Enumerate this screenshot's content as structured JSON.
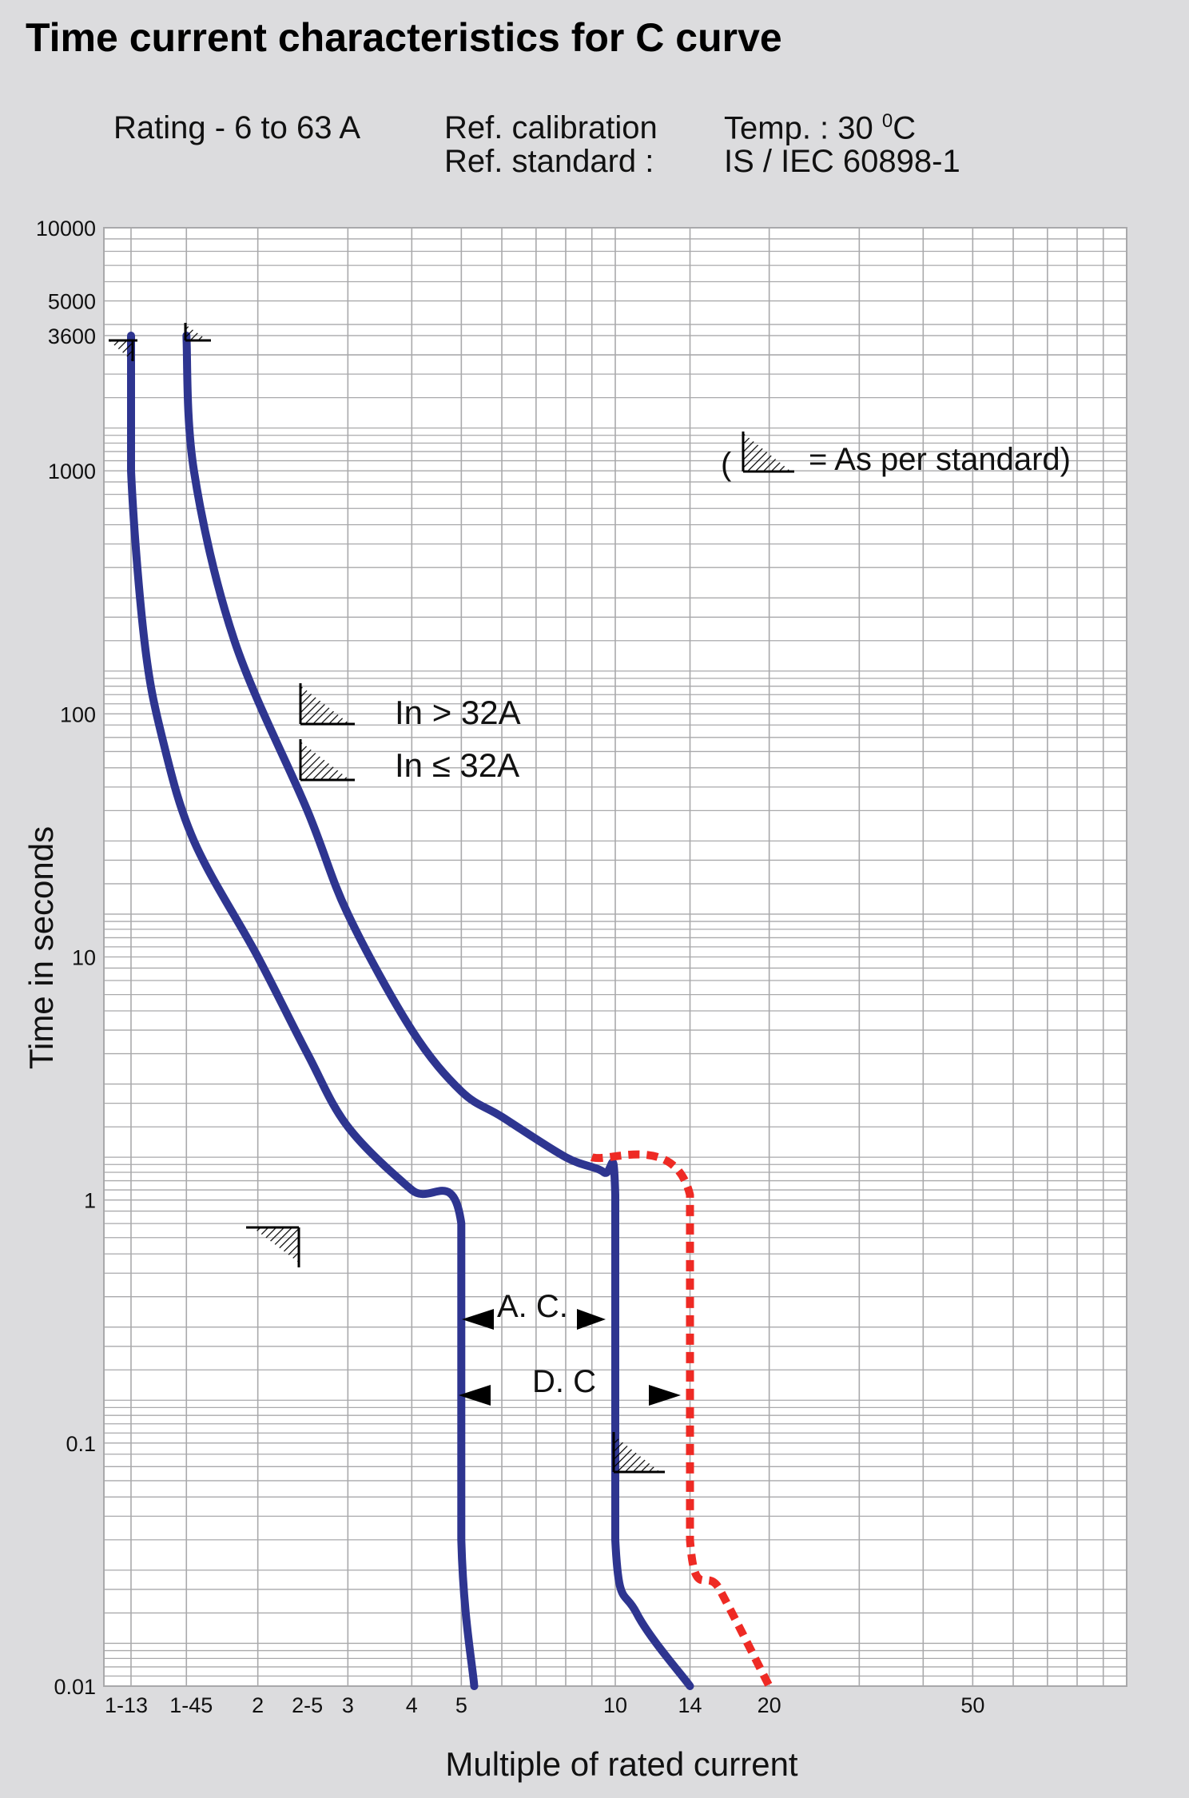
{
  "title": "Time current characteristics for C curve",
  "header": {
    "rating": "Rating - 6 to 63 A",
    "ref_calibration_label": "Ref. calibration",
    "ref_standard_label": "Ref. standard :",
    "temp": "Temp. : 30",
    "temp_sup": "0",
    "temp_unit": "C",
    "standard": "IS / IEC 60898-1"
  },
  "colors": {
    "curve": "#2e3590",
    "dc_curve": "#ee2a24",
    "grid": "#a9a9ab",
    "background": "#dcdcde",
    "plot_bg": "#ffffff"
  },
  "chart_data": {
    "type": "line",
    "xlabel": "Multiple of rated current",
    "ylabel": "Time in seconds",
    "x_scale": "log",
    "y_scale": "log",
    "xlim": [
      1,
      100
    ],
    "ylim": [
      0.01,
      10000
    ],
    "grid": true,
    "x_tick_labels": [
      {
        "label": "1-13",
        "x": 1.13
      },
      {
        "label": "1-45",
        "x": 1.45
      },
      {
        "label": "2",
        "x": 2
      },
      {
        "label": "2-5",
        "x": 2.5
      },
      {
        "label": "3",
        "x": 3
      },
      {
        "label": "4",
        "x": 4
      },
      {
        "label": "5",
        "x": 5
      },
      {
        "label": "10",
        "x": 10
      },
      {
        "label": "14",
        "x": 14
      },
      {
        "label": "20",
        "x": 20
      },
      {
        "label": "50",
        "x": 50
      }
    ],
    "y_tick_labels": [
      {
        "label": "10000",
        "y": 10000
      },
      {
        "label": "5000",
        "y": 5000
      },
      {
        "label": "3600",
        "y": 3600
      },
      {
        "label": "1000",
        "y": 1000
      },
      {
        "label": "100",
        "y": 100
      },
      {
        "label": "10",
        "y": 10
      },
      {
        "label": "1",
        "y": 1
      },
      {
        "label": "0.1",
        "y": 0.1
      },
      {
        "label": "0.01",
        "y": 0.01
      }
    ],
    "series": [
      {
        "style": "solid",
        "points": [
          [
            1.13,
            3600
          ],
          [
            1.13,
            1000
          ],
          [
            1.2,
            200
          ],
          [
            1.3,
            80
          ],
          [
            1.5,
            30
          ],
          [
            2,
            10
          ],
          [
            2.5,
            4
          ],
          [
            3,
            2
          ],
          [
            4,
            1.1
          ],
          [
            5,
            0.8
          ],
          [
            5,
            0.04
          ],
          [
            5.3,
            0.01
          ]
        ]
      },
      {
        "style": "solid",
        "points": [
          [
            1.45,
            3600
          ],
          [
            1.5,
            1000
          ],
          [
            1.8,
            200
          ],
          [
            2.5,
            40
          ],
          [
            3,
            15
          ],
          [
            4,
            5
          ],
          [
            5,
            2.8
          ],
          [
            6,
            2.2
          ],
          [
            8,
            1.5
          ],
          [
            9.5,
            1.3
          ],
          [
            10,
            1.05
          ],
          [
            10,
            0.04
          ],
          [
            11,
            0.02
          ],
          [
            14,
            0.01
          ]
        ]
      },
      {
        "style": "dashed",
        "points": [
          [
            9,
            1.5
          ],
          [
            14,
            1.05
          ],
          [
            14,
            0.04
          ],
          [
            16,
            0.025
          ],
          [
            20,
            0.01
          ]
        ]
      }
    ],
    "annotations": [
      {
        "text": "(",
        "kind": "legend"
      },
      {
        "text": "= As per standard)",
        "kind": "legend"
      },
      {
        "text": "In > 32A",
        "kind": "hatch-label"
      },
      {
        "text": "In ≤ 32A",
        "kind": "hatch-label"
      },
      {
        "text": "A. C.",
        "kind": "arrow-label"
      },
      {
        "text": "D. C",
        "kind": "arrow-label"
      }
    ]
  }
}
